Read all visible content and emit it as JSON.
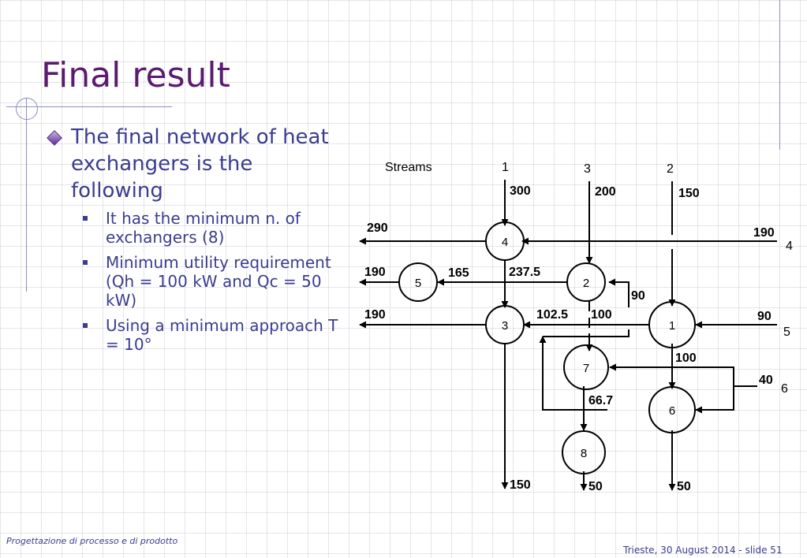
{
  "slide": {
    "title": "Final result",
    "bullet": "The final network of heat exchangers is the following",
    "sub_bullets": [
      "It has the minimum n. of exchangers (8)",
      "Minimum utility requirement (Qh = 100 kW and Qc = 50 kW)",
      "Using a minimum approach T = 10°"
    ]
  },
  "diagram": {
    "streams_label": "Streams",
    "column_stream_ids": [
      "1",
      "3",
      "2"
    ],
    "row_stream_ids": [
      "4",
      "5",
      "6"
    ],
    "nodes": [
      "4",
      "5",
      "2",
      "3",
      "1",
      "7",
      "6",
      "8"
    ],
    "temperatures": {
      "s1_in": "300",
      "s3_in": "200",
      "s2_in": "150",
      "s4_in": "190",
      "s4_out": "290",
      "s5_in": "90",
      "s5_out": "190",
      "s6_in": "40",
      "n5_left": "190",
      "n5_right": "165",
      "n4_below": "237.5",
      "n2_right": "90",
      "n3_right": "102.5",
      "n2_below": "100",
      "n1_below": "100",
      "n7_below": "66.7",
      "out_3": "150",
      "out_8": "50",
      "out_6": "50"
    }
  },
  "footer": {
    "course": "Progettazione di processo e di prodotto",
    "location_date": "Trieste,  30 August 2014 - slide 51"
  }
}
